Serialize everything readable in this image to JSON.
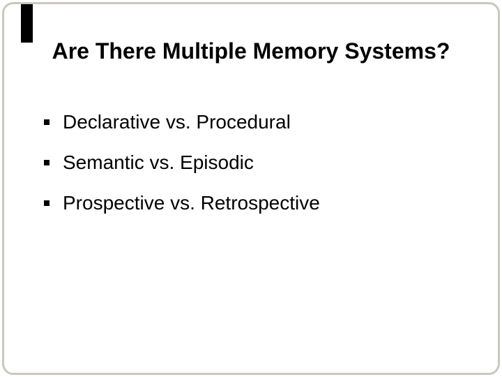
{
  "slide": {
    "title": "Are There Multiple Memory Systems?",
    "bullets": [
      "Declarative vs. Procedural",
      "Semantic vs. Episodic",
      "Prospective vs. Retrospective"
    ],
    "bullet_glyph": "▪",
    "colors": {
      "background": "#ffffff",
      "text": "#000000",
      "border": "#cac7bc",
      "accent_bar": "#000000"
    }
  }
}
